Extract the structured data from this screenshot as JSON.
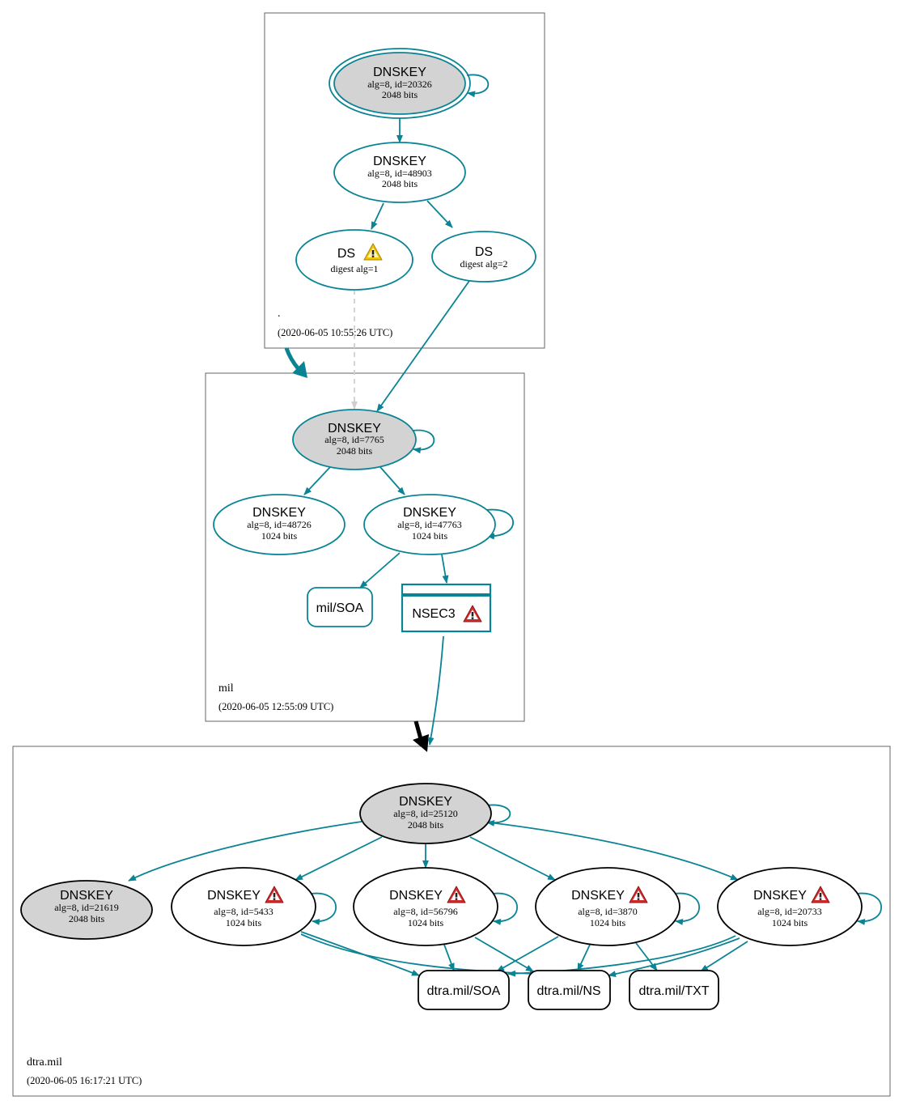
{
  "colors": {
    "teal": "#0a8494",
    "black": "#000000",
    "gray_fill": "#d3d3d3",
    "warn_yellow": "#f2c500",
    "warn_red": "#d12c2c"
  },
  "zones": {
    "root": {
      "label": ".",
      "timestamp": "(2020-06-05 10:55:26 UTC)"
    },
    "mil": {
      "label": "mil",
      "timestamp": "(2020-06-05 12:55:09 UTC)"
    },
    "dtra": {
      "label": "dtra.mil",
      "timestamp": "(2020-06-05 16:17:21 UTC)"
    }
  },
  "nodes": {
    "root_ksk": {
      "title": "DNSKEY",
      "line1": "alg=8, id=20326",
      "line2": "2048 bits"
    },
    "root_zsk": {
      "title": "DNSKEY",
      "line1": "alg=8, id=48903",
      "line2": "2048 bits"
    },
    "root_ds1": {
      "title": "DS",
      "line1": "digest alg=1",
      "icon": "warning-yellow-icon"
    },
    "root_ds2": {
      "title": "DS",
      "line1": "digest alg=2"
    },
    "mil_ksk": {
      "title": "DNSKEY",
      "line1": "alg=8, id=7765",
      "line2": "2048 bits"
    },
    "mil_zsk1": {
      "title": "DNSKEY",
      "line1": "alg=8, id=48726",
      "line2": "1024 bits"
    },
    "mil_zsk2": {
      "title": "DNSKEY",
      "line1": "alg=8, id=47763",
      "line2": "1024 bits"
    },
    "mil_soa": {
      "title": "mil/SOA"
    },
    "mil_nsec3": {
      "title": "NSEC3",
      "icon": "error-red-icon"
    },
    "dtra_ksk": {
      "title": "DNSKEY",
      "line1": "alg=8, id=25120",
      "line2": "2048 bits"
    },
    "dtra_k21619": {
      "title": "DNSKEY",
      "line1": "alg=8, id=21619",
      "line2": "2048 bits"
    },
    "dtra_k5433": {
      "title": "DNSKEY",
      "line1": "alg=8, id=5433",
      "line2": "1024 bits",
      "icon": "error-red-icon"
    },
    "dtra_k56796": {
      "title": "DNSKEY",
      "line1": "alg=8, id=56796",
      "line2": "1024 bits",
      "icon": "error-red-icon"
    },
    "dtra_k3870": {
      "title": "DNSKEY",
      "line1": "alg=8, id=3870",
      "line2": "1024 bits",
      "icon": "error-red-icon"
    },
    "dtra_k20733": {
      "title": "DNSKEY",
      "line1": "alg=8, id=20733",
      "line2": "1024 bits",
      "icon": "error-red-icon"
    },
    "dtra_soa": {
      "title": "dtra.mil/SOA"
    },
    "dtra_ns": {
      "title": "dtra.mil/NS"
    },
    "dtra_txt": {
      "title": "dtra.mil/TXT"
    }
  }
}
